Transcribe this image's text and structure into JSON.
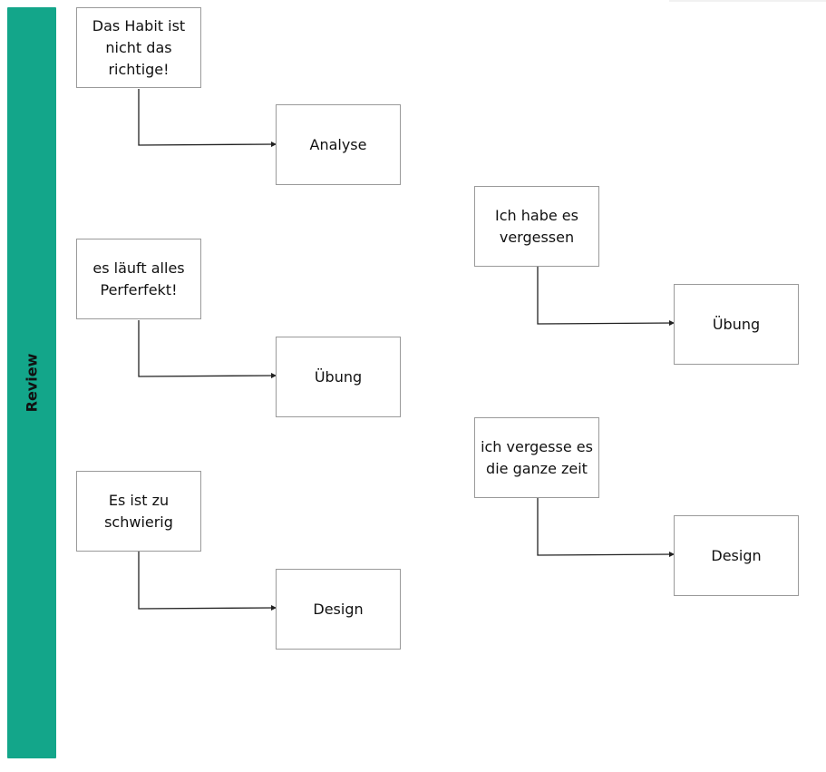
{
  "lane": {
    "label": "Review",
    "color": "#13a68a"
  },
  "colors": {
    "box_border": "#9a9a9a",
    "connector": "#222222",
    "text": "#111111"
  },
  "pairs": [
    {
      "source": "Das Habit ist nicht das richtige!",
      "target": "Analyse"
    },
    {
      "source": "es läuft alles Perferfekt!",
      "target": "Übung"
    },
    {
      "source": "Es ist zu schwierig",
      "target": "Design"
    },
    {
      "source": "Ich habe es vergessen",
      "target": "Übung"
    },
    {
      "source": "ich vergesse es die ganze zeit",
      "target": "Design"
    }
  ]
}
